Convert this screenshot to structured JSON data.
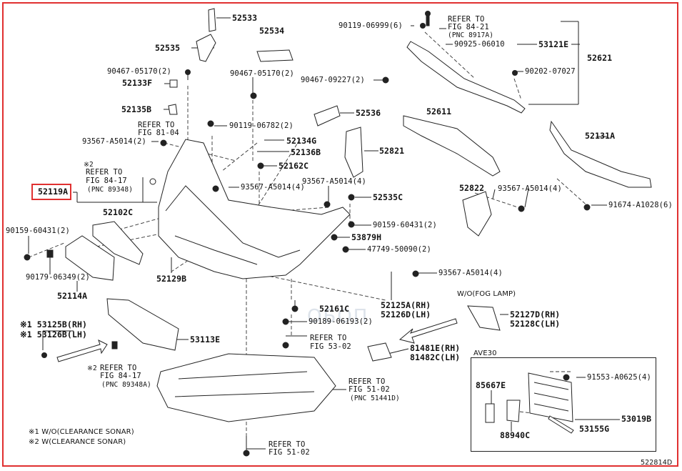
{
  "diagram_id": "522814D",
  "watermark": "ОБОП",
  "highlight_part": "52119A",
  "refs": {
    "fig84_21": {
      "l1": "REFER TO",
      "l2": "FIG 84-21",
      "l3": "(PNC 8917A)"
    },
    "fig81_04": {
      "l1": "REFER TO",
      "l2": "FIG 81-04"
    },
    "fig84_17a": {
      "mark": "※2",
      "l1": "REFER TO",
      "l2": "FIG 84-17",
      "l3": "(PNC 89348)"
    },
    "fig84_17b": {
      "mark": "※2",
      "l1": "REFER TO",
      "l2": "FIG 84-17",
      "l3": "(PNC 89348A)"
    },
    "fig53_02": {
      "l1": "REFER TO",
      "l2": "FIG 53-02"
    },
    "fig51_02a": {
      "l1": "REFER TO",
      "l2": "FIG 51-02",
      "l3": "(PNC 51441D)"
    },
    "fig51_02b": {
      "l1": "REFER TO",
      "l2": "FIG 51-02"
    }
  },
  "labels": {
    "p52533": "52533",
    "p52534": "52534",
    "p52535": "52535",
    "p90467a": "90467-05170(2)",
    "p52133F": "52133F",
    "p52135B": "52135B",
    "p90467b": "90467-05170(2)",
    "p90119a": "90119-06999(6)",
    "p90925": "90925-06010",
    "p53121E": "53121E",
    "p52621": "52621",
    "p90467c": "90467-09227(2)",
    "p90202": "90202-07027",
    "p90119b": "90119-06782(2)",
    "p93567a": "93567-A5014(2)",
    "p52134G": "52134G",
    "p52136B": "52136B",
    "p52162C": "52162C",
    "p52536": "52536",
    "p52611": "52611",
    "p52131A": "52131A",
    "p52821": "52821",
    "p52119A": "52119A",
    "p93567b": "93567-A5014(4)",
    "p93567c": "93567-A5014(4)",
    "p52535C": "52535C",
    "p52822": "52822",
    "p93567d": "93567-A5014(4)",
    "p91674": "91674-A1028(6)",
    "p52102C": "52102C",
    "p90159a": "90159-60431(2)",
    "p90159b": "90159-60431(2)",
    "p53879H": "53879H",
    "p47749": "47749-50090(2)",
    "p90179": "90179-06349(2)",
    "p52129B": "52129B",
    "p93567e": "93567-A5014(4)",
    "p52114A": "52114A",
    "wofog": "W/O(FOG LAMP)",
    "p52161C": "52161C",
    "p52125A": "52125A(RH)",
    "p52126D": "52126D(LH)",
    "p52127D": "52127D(RH)",
    "p52128C": "52128C(LH)",
    "p90189": "90189-06193(2)",
    "p53125B": "※1 53125B(RH)",
    "p53126B": "※1 53126B(LH)",
    "p53113E": "53113E",
    "p81481E": "81481E(RH)",
    "p81482C": "81482C(LH)",
    "ave30": "AVE30",
    "p85667E": "85667E",
    "p91553": "91553-A0625(4)",
    "p53019B": "53019B",
    "p53155G": "53155G",
    "p88940C": "88940C"
  },
  "notes": {
    "n1": "※1 W/O(CLEARANCE SONAR)",
    "n2": "※2 W(CLEARANCE SONAR)"
  }
}
